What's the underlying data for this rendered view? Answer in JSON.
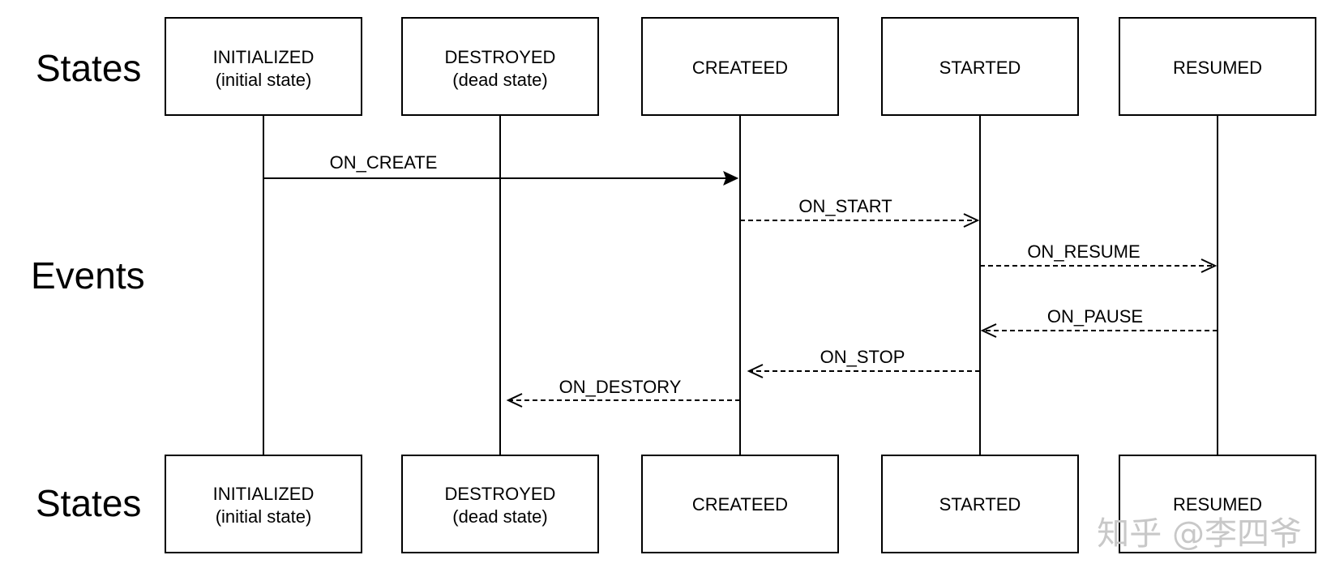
{
  "row_labels": {
    "top_states": "States",
    "events": "Events",
    "bottom_states": "States"
  },
  "states": [
    {
      "id": "initialized",
      "line1": "INITIALIZED",
      "line2": "(initial state)"
    },
    {
      "id": "destroyed",
      "line1": "DESTROYED",
      "line2": "(dead state)"
    },
    {
      "id": "createed",
      "line1": "CREATEED",
      "line2": ""
    },
    {
      "id": "started",
      "line1": "STARTED",
      "line2": ""
    },
    {
      "id": "resumed",
      "line1": "RESUMED",
      "line2": ""
    }
  ],
  "events": [
    {
      "label": "ON_CREATE",
      "from": 0,
      "to": 2,
      "style": "solid"
    },
    {
      "label": "ON_START",
      "from": 2,
      "to": 3,
      "style": "dashed"
    },
    {
      "label": "ON_RESUME",
      "from": 3,
      "to": 4,
      "style": "dashed"
    },
    {
      "label": "ON_PAUSE",
      "from": 4,
      "to": 3,
      "style": "dashed"
    },
    {
      "label": "ON_STOP",
      "from": 3,
      "to": 2,
      "style": "dashed"
    },
    {
      "label": "ON_DESTORY",
      "from": 2,
      "to": 1,
      "style": "dashed"
    }
  ],
  "watermark": "知乎 @李四爷"
}
